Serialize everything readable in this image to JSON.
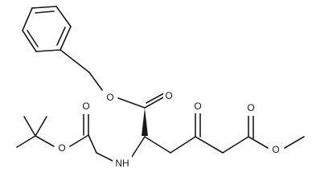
{
  "structure": {
    "type": "skeletal-formula",
    "labels": {
      "ester_oxygen_benzyl": "O",
      "carbonyl_oxygen_benzyl_ester": "O",
      "ketone_oxygen": "O",
      "carbonyl_oxygen_methyl_ester": "O",
      "ester_oxygen_methyl": "O",
      "amine_nh": "NH",
      "carbamate_carbonyl_oxygen": "O",
      "carbamate_ester_oxygen": "O"
    }
  }
}
